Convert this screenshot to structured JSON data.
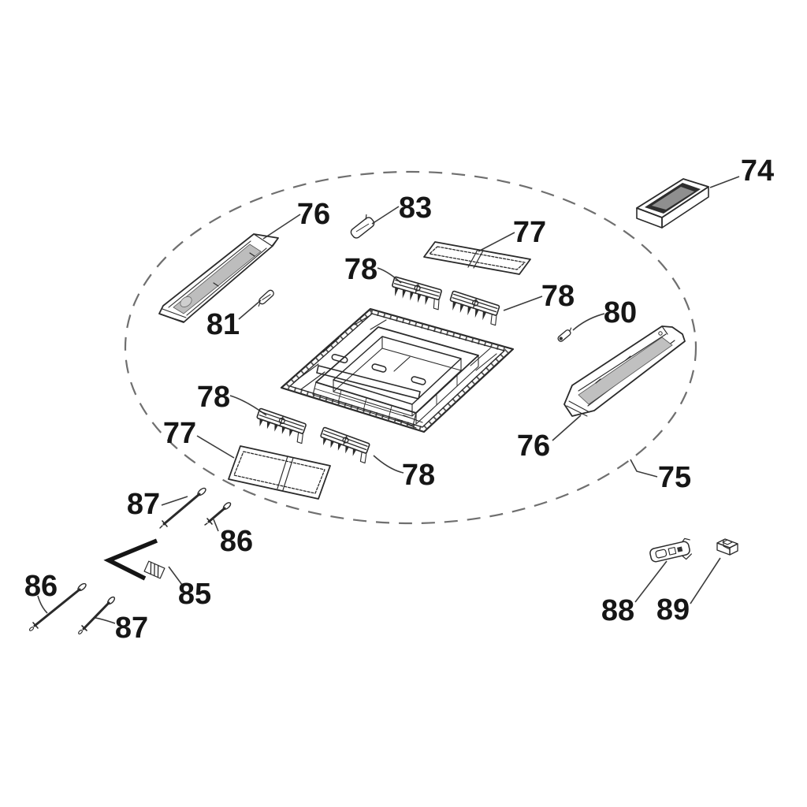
{
  "palette": {
    "background": "#ffffff",
    "line": "#2a2a2a",
    "label": "#161616",
    "ellipse": "#6f6f6f",
    "shade_light": "#e8e8e8",
    "shade_mid": "#bdbdbd",
    "shade_dark": "#2e2e2e"
  },
  "callouts": [
    {
      "id": "74",
      "text": "74"
    },
    {
      "id": "83",
      "text": "83"
    },
    {
      "id": "76-left",
      "text": "76"
    },
    {
      "id": "77-top",
      "text": "77"
    },
    {
      "id": "78-top-left",
      "text": "78"
    },
    {
      "id": "78-top-right",
      "text": "78"
    },
    {
      "id": "80",
      "text": "80"
    },
    {
      "id": "81",
      "text": "81"
    },
    {
      "id": "78-mid-left",
      "text": "78"
    },
    {
      "id": "77-bottom",
      "text": "77"
    },
    {
      "id": "78-bottom",
      "text": "78"
    },
    {
      "id": "76-right",
      "text": "76"
    },
    {
      "id": "75",
      "text": "75"
    },
    {
      "id": "87-upper",
      "text": "87"
    },
    {
      "id": "86-upper",
      "text": "86"
    },
    {
      "id": "85",
      "text": "85"
    },
    {
      "id": "86-lower",
      "text": "86"
    },
    {
      "id": "87-lower",
      "text": "87"
    },
    {
      "id": "88",
      "text": "88"
    },
    {
      "id": "89",
      "text": "89"
    }
  ]
}
